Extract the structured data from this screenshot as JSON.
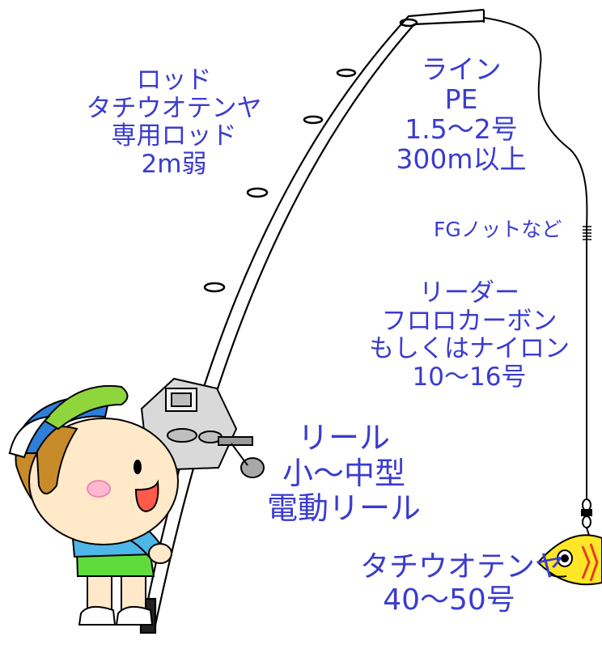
{
  "labels": {
    "rod": {
      "line1": "ロッド",
      "line2": "タチウオテンヤ",
      "line3": "専用ロッド",
      "line4": "2m弱"
    },
    "line": {
      "line1": "ライン",
      "line2": "PE",
      "line3": "1.5～2号",
      "line4": "300m以上"
    },
    "knot": {
      "text": "FGノットなど"
    },
    "leader": {
      "line1": "リーダー",
      "line2": "フロロカーボン",
      "line3": "もしくはナイロン",
      "line4": "10～16号"
    },
    "reel": {
      "line1": "リール",
      "line2": "小～中型",
      "line3": "電動リール"
    },
    "jig": {
      "line1": "タチウオテンヤ",
      "line2": "40～50号"
    }
  },
  "colors": {
    "text": "#3b3bd1",
    "cap_green": "#8ed63c",
    "cap_blue": "#2e7fd9",
    "shirt": "#4fb6e8",
    "shorts": "#5fdc3c",
    "skin": "#ffe9c8",
    "hair": "#c88b2a",
    "jig_yellow": "#ffe626",
    "jig_red": "#e53a28"
  }
}
